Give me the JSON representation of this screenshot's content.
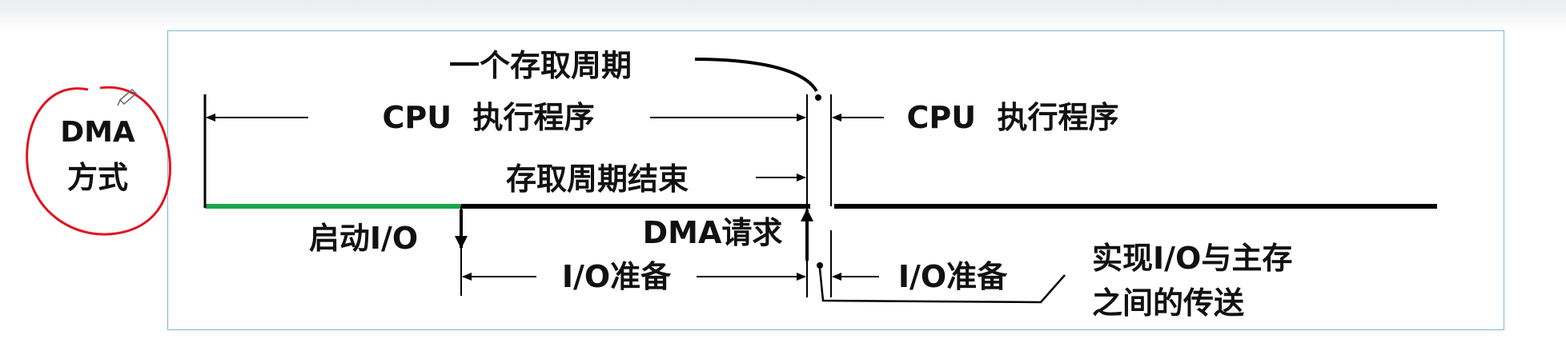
{
  "badge": {
    "line1": "DMA",
    "line2": "方式",
    "circle_color": "#e0141e"
  },
  "labels": {
    "access_cycle": "一个存取周期",
    "cpu_exec_left": "CPU  执行程序",
    "cpu_exec_right": "CPU  执行程序",
    "access_cycle_end": "存取周期结束",
    "start_io": "启动I/O",
    "dma_request": "DMA请求",
    "io_prep_left": "I/O准备",
    "io_prep_right": "I/O准备",
    "transfer_line1": "实现I/O与主存",
    "transfer_line2": "之间的传送"
  },
  "colors": {
    "timeline": "#000000",
    "start_segment": "#1aa64a",
    "frame_border": "#7db6d6"
  }
}
